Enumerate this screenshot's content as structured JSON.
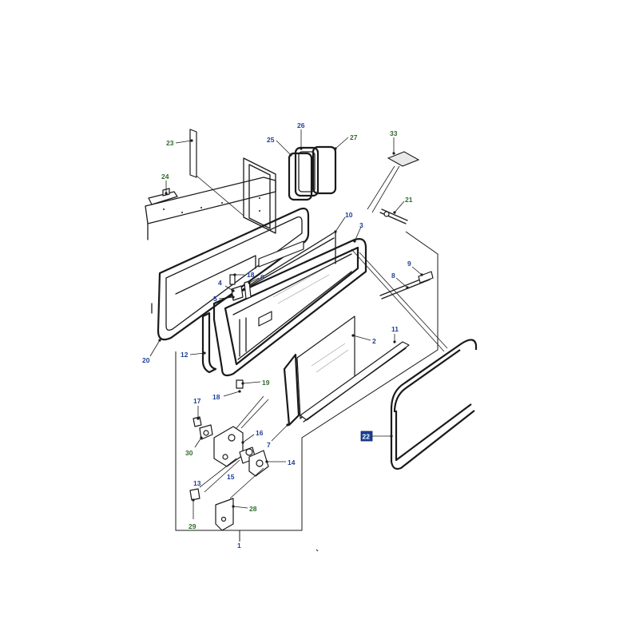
{
  "colors": {
    "callout_blue": "#1c3f96",
    "callout_green": "#2e6b2a",
    "highlight_box": "#1c3f96",
    "line": "#1a1a1a"
  },
  "callouts": [
    {
      "id": "c23",
      "text": "23",
      "color": "green"
    },
    {
      "id": "c24",
      "text": "24",
      "color": "green"
    },
    {
      "id": "c25",
      "text": "25",
      "color": "blue"
    },
    {
      "id": "c26",
      "text": "26",
      "color": "blue"
    },
    {
      "id": "c27",
      "text": "27",
      "color": "green"
    },
    {
      "id": "c33",
      "text": "33",
      "color": "green"
    },
    {
      "id": "c21",
      "text": "21",
      "color": "green"
    },
    {
      "id": "c10",
      "text": "10",
      "color": "blue"
    },
    {
      "id": "c3",
      "text": "3",
      "color": "blue"
    },
    {
      "id": "c9",
      "text": "9",
      "color": "blue"
    },
    {
      "id": "c8",
      "text": "8",
      "color": "blue"
    },
    {
      "id": "c18a",
      "text": "18",
      "color": "blue"
    },
    {
      "id": "c4",
      "text": "4",
      "color": "blue"
    },
    {
      "id": "c6",
      "text": "6",
      "color": "blue"
    },
    {
      "id": "c5",
      "text": "5",
      "color": "blue"
    },
    {
      "id": "c20",
      "text": "20",
      "color": "blue"
    },
    {
      "id": "c12",
      "text": "12",
      "color": "blue"
    },
    {
      "id": "c11",
      "text": "11",
      "color": "blue"
    },
    {
      "id": "c2",
      "text": "2",
      "color": "blue"
    },
    {
      "id": "c19",
      "text": "19",
      "color": "green"
    },
    {
      "id": "c18b",
      "text": "18",
      "color": "blue"
    },
    {
      "id": "c17",
      "text": "17",
      "color": "blue"
    },
    {
      "id": "c16",
      "text": "16",
      "color": "blue"
    },
    {
      "id": "c7",
      "text": "7",
      "color": "blue"
    },
    {
      "id": "c30",
      "text": "30",
      "color": "green"
    },
    {
      "id": "c14",
      "text": "14",
      "color": "blue"
    },
    {
      "id": "c13",
      "text": "13",
      "color": "blue"
    },
    {
      "id": "c15",
      "text": "15",
      "color": "blue"
    },
    {
      "id": "c28",
      "text": "28",
      "color": "green"
    },
    {
      "id": "c29",
      "text": "29",
      "color": "green"
    },
    {
      "id": "c1",
      "text": "1",
      "color": "blue"
    },
    {
      "id": "c22",
      "text": "22",
      "color": "highlight"
    }
  ]
}
